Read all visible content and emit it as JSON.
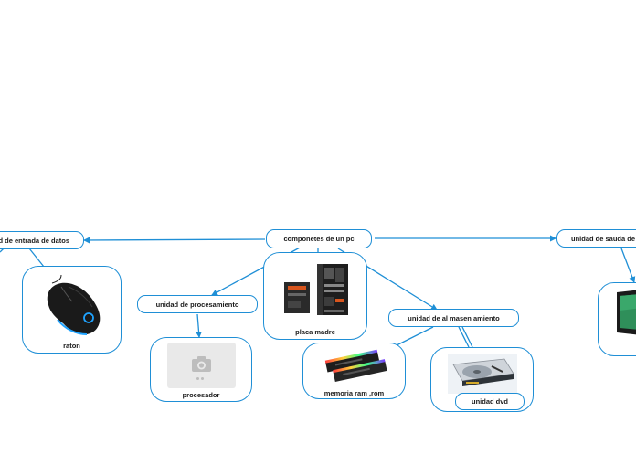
{
  "central": {
    "label": "componetes de un pc"
  },
  "branches": {
    "input": {
      "label": "unidad de entrada de datos"
    },
    "output": {
      "label": "unidad de sauda de datos"
    },
    "processing": {
      "label": "unidad de procesamiento"
    },
    "storage": {
      "label": "unidad de al masen amiento"
    }
  },
  "cards": {
    "mouse": {
      "caption": "raton",
      "icon": "mouse-icon"
    },
    "motherboard": {
      "caption": "placa madre",
      "icon": "motherboard-icon"
    },
    "processor": {
      "caption": "procesador",
      "icon": "camera-placeholder-icon"
    },
    "memory": {
      "caption": "memoria ram ,rom",
      "icon": "ram-icon"
    },
    "dvd": {
      "caption": "unidad dvd",
      "icon": "hard-drive-icon"
    },
    "monitor": {
      "icon": "monitor-icon"
    }
  },
  "colors": {
    "connector": "#1f8fd6",
    "border": "#1f8fd6",
    "text": "#1a1a1a"
  }
}
